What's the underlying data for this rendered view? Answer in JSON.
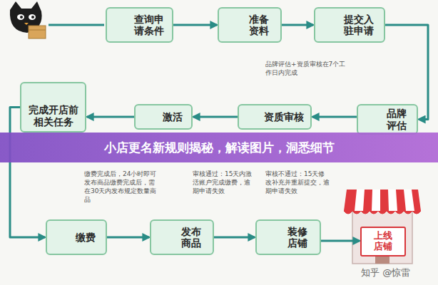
{
  "diagram": {
    "nodes": [
      {
        "text": [
          "查询申 请条件"
        ]
      },
      {
        "text": [
          "准备 资料"
        ]
      },
      {
        "text": [
          "提交入 驻申请"
        ]
      },
      {
        "text": [
          "完成开店前 相关任务"
        ]
      },
      {
        "text": [
          "激活"
        ]
      },
      {
        "text": [
          "资质审核"
        ]
      },
      {
        "text": [
          "品牌 评估"
        ]
      },
      {
        "text": [
          "缴费"
        ]
      },
      {
        "text": [
          "发布 商品"
        ]
      },
      {
        "text": [
          "装修 店铺"
        ]
      },
      {
        "text": [
          "上线 店铺"
        ]
      }
    ],
    "edges": [
      {
        "from": 0,
        "to": 1,
        "arrow": "to"
      },
      {
        "from": 1,
        "to": 2,
        "arrow": "to"
      },
      {
        "from": 2,
        "to": 6,
        "arrow": "to"
      },
      {
        "from": 6,
        "to": 5,
        "arrow": "to"
      },
      {
        "from": 5,
        "to": 4,
        "arrow": "to"
      },
      {
        "from": 4,
        "to": 3,
        "arrow": "to"
      },
      {
        "from": 3,
        "to": 7,
        "arrow": "to"
      },
      {
        "from": 7,
        "to": 8,
        "arrow": "to"
      },
      {
        "from": 8,
        "to": 9,
        "arrow": "to"
      },
      {
        "from": 9,
        "to": 10,
        "arrow": "to"
      }
    ],
    "labels": [
      "品牌评估+资质审核在7个工作日内完成",
      "小店更名新规则揭秘，解读图片，洞悉细节",
      "缴费完成后，24小时即可发布商品缴费完成后，需在30天内发布规定数量商品",
      "审核通过：15天内激活账户完成缴费，逾期申请失效",
      "审核不通过：15天修改补充并重新提交，逾期申请失效",
      "知乎 @惊雷"
    ]
  }
}
